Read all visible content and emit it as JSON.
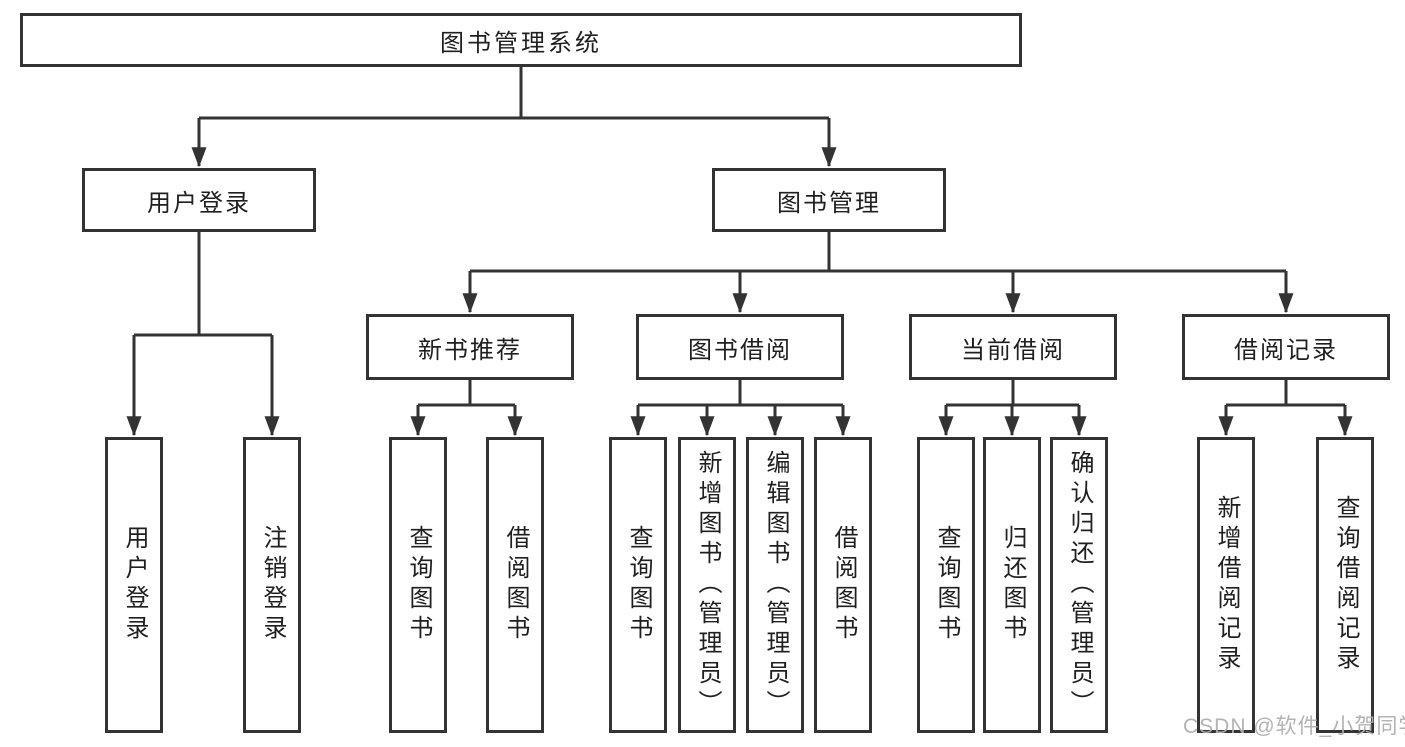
{
  "tree": {
    "root": {
      "label": "图书管理系统"
    },
    "user_login": {
      "label": "用户登录",
      "children": [
        {
          "label": "用户登录"
        },
        {
          "label": "注销登录"
        }
      ]
    },
    "book_management": {
      "label": "图书管理",
      "sections": [
        {
          "label": "新书推荐",
          "children": [
            {
              "label": "查询图书"
            },
            {
              "label": "借阅图书"
            }
          ]
        },
        {
          "label": "图书借阅",
          "children": [
            {
              "label": "查询图书"
            },
            {
              "label": "新增图书（管理员）"
            },
            {
              "label": "编辑图书（管理员）"
            },
            {
              "label": "借阅图书"
            }
          ]
        },
        {
          "label": "当前借阅",
          "children": [
            {
              "label": "查询图书"
            },
            {
              "label": "归还图书"
            },
            {
              "label": "确认归还（管理员）"
            }
          ]
        },
        {
          "label": "借阅记录",
          "children": [
            {
              "label": "新增借阅记录"
            },
            {
              "label": "查询借阅记录"
            }
          ]
        }
      ]
    }
  },
  "watermark": {
    "text": "CSDN @软件_小贺同学"
  },
  "colors": {
    "line": "#333333",
    "box_border": "#333333",
    "text": "#1f1f1f",
    "background": "#ffffff",
    "watermark": "#afafaf"
  }
}
